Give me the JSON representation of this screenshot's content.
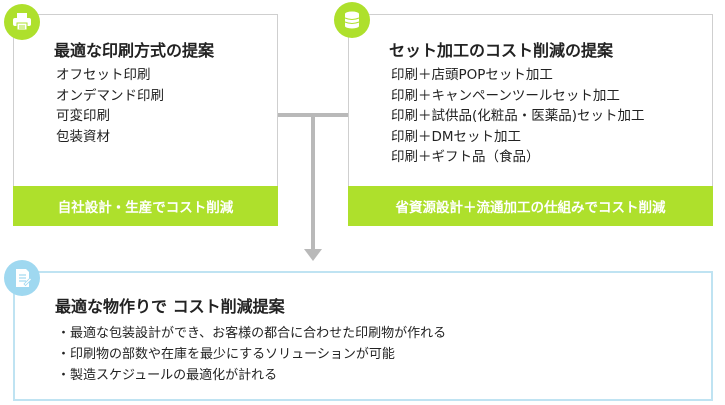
{
  "left_card": {
    "title": "最適な印刷方式の提案",
    "items": [
      "オフセット印刷",
      "オンデマンド印刷",
      "可変印刷",
      "包装資材"
    ],
    "footer": "自社設計・生産でコスト削減"
  },
  "right_card": {
    "title": "セット加工のコスト削減の提案",
    "items": [
      "印刷＋店頭POPセット加工",
      "印刷＋キャンペーンツールセット加工",
      "印刷＋試供品(化粧品・医薬品)セット加工",
      "印刷＋DMセット加工",
      "印刷＋ギフト品（食品）"
    ],
    "footer": "省資源設計＋流通加工の仕組みでコスト削減"
  },
  "bottom_card": {
    "title": "最適な物作りで コスト削減提案",
    "bullets": [
      "最適な包装設計ができ、お客様の都合に合わせた印刷物が作れる",
      "印刷物の部数や在庫を最少にするソリューションが可能",
      "製造スケジュールの最適化が計れる"
    ]
  },
  "colors": {
    "accent_green": "#aee02c",
    "bottom_border": "#bfe3f2",
    "connector": "#b9b9b9"
  },
  "icons": {
    "left": "printer-icon",
    "right": "coins-icon",
    "bottom": "document-icon"
  }
}
